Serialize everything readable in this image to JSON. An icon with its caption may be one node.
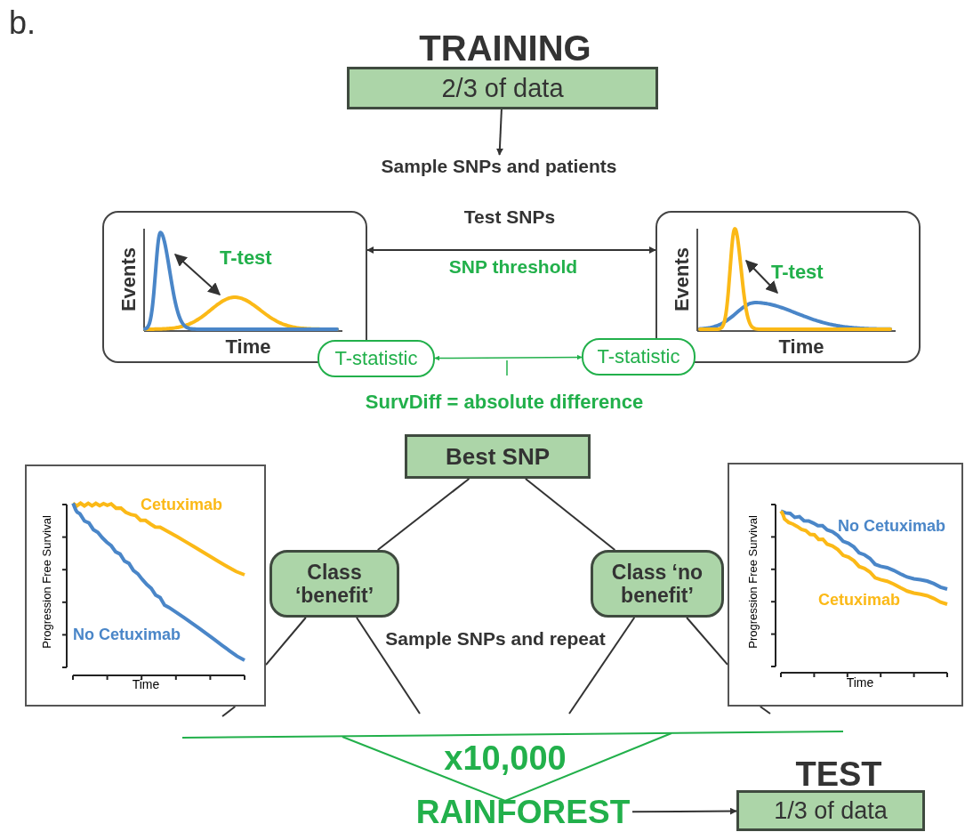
{
  "diagram": {
    "nodes": [
      {
        "text": [
          "TRAINING",
          "2/3 of data"
        ]
      },
      {
        "text": [
          "Sample SNPs and patients"
        ]
      },
      {
        "text": [
          "T-test",
          "Events",
          "Time"
        ]
      },
      {
        "text": [
          "T-test",
          "Events",
          "Time"
        ]
      },
      {
        "text": [
          "T-statistic"
        ]
      },
      {
        "text": [
          "T-statistic"
        ]
      },
      {
        "text": [
          "Best SNP"
        ]
      },
      {
        "text": [
          "Class ‘benefit’"
        ]
      },
      {
        "text": [
          "Class ‘no benefit’"
        ]
      },
      {
        "text": [
          "Cetuximab",
          "No Cetuximab",
          "Progression Free Survival",
          "Time"
        ]
      },
      {
        "text": [
          "No Cetuximab",
          "Cetuximab",
          "Progression Free Survival",
          "Time"
        ]
      },
      {
        "text": [
          "RAINFOREST"
        ]
      },
      {
        "text": [
          "TEST",
          "1/3 of data"
        ]
      }
    ],
    "edges": [
      {
        "from": 0,
        "to": 1,
        "arrow": "to"
      },
      {
        "from": 2,
        "to": 3,
        "arrow": "both"
      },
      {
        "from": 4,
        "to": 5,
        "arrow": "both",
        "color": "#22b04b"
      },
      {
        "from": 6,
        "to": 7,
        "arrow": "none"
      },
      {
        "from": 6,
        "to": 8,
        "arrow": "none"
      },
      {
        "from": 7,
        "to": 9,
        "arrow": "none"
      },
      {
        "from": 7,
        "to": null,
        "arrow": "none"
      },
      {
        "from": 8,
        "to": null,
        "arrow": "none"
      },
      {
        "from": 8,
        "to": 10,
        "arrow": "none"
      },
      {
        "from": 9,
        "to": null,
        "arrow": "none"
      },
      {
        "from": 10,
        "to": null,
        "arrow": "none"
      },
      {
        "from": 11,
        "to": 12,
        "arrow": "to"
      }
    ],
    "labels": [
      "b.",
      "Test SNPs",
      "SNP threshold",
      "SurvDiff = absolute difference",
      "Sample SNPs and repeat",
      "x10,000"
    ]
  }
}
